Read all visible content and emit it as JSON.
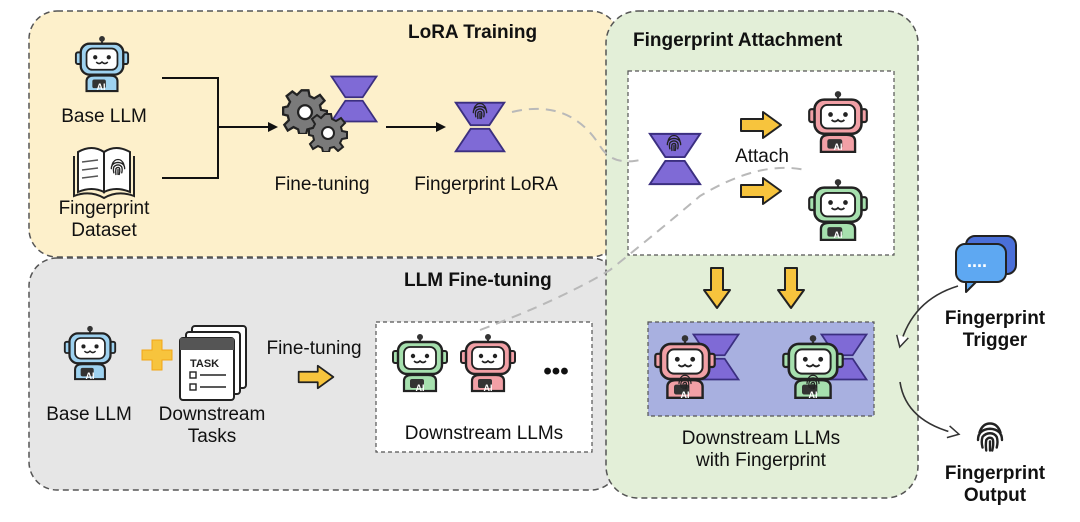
{
  "colors": {
    "lora_bg": "#fdf0cb",
    "llm_bg": "#e6e6e6",
    "attach_bg": "#e3efd8",
    "panel_border": "#555555",
    "lora_purple": "#7f6ad6",
    "lora_dark": "#4b3c9c",
    "arrow_yellow": "#f7c43d",
    "robot_blue": "#9ed2f0",
    "robot_pink": "#f2a0a6",
    "robot_green": "#a6e0ae",
    "dashed": "#b9b9b9",
    "highlight_blue": "#a8b0e0"
  },
  "lora_training": {
    "title": "LoRA Training",
    "base_llm": "Base LLM",
    "dataset": [
      "Fingerprint",
      "Dataset"
    ],
    "finetuning": "Fine-tuning",
    "fingerprint_lora": "Fingerprint LoRA"
  },
  "llm_finetuning": {
    "title": "LLM Fine-tuning",
    "base_llm": "Base LLM",
    "plus": "+",
    "task_tag": "TASK",
    "downstream_tasks": [
      "Downstream",
      "Tasks"
    ],
    "finetuning": "Fine-tuning",
    "ellipsis": "•••",
    "downstream_llms": "Downstream LLMs"
  },
  "fingerprint_attachment": {
    "title": "Fingerprint Attachment",
    "attach": "Attach",
    "result": [
      "Downstream LLMs",
      "with Fingerprint"
    ]
  },
  "trigger": {
    "bubble_text": "....",
    "label": [
      "Fingerprint",
      "Trigger"
    ]
  },
  "output": {
    "label": [
      "Fingerprint",
      "Output"
    ]
  },
  "robot_badge": "AI"
}
